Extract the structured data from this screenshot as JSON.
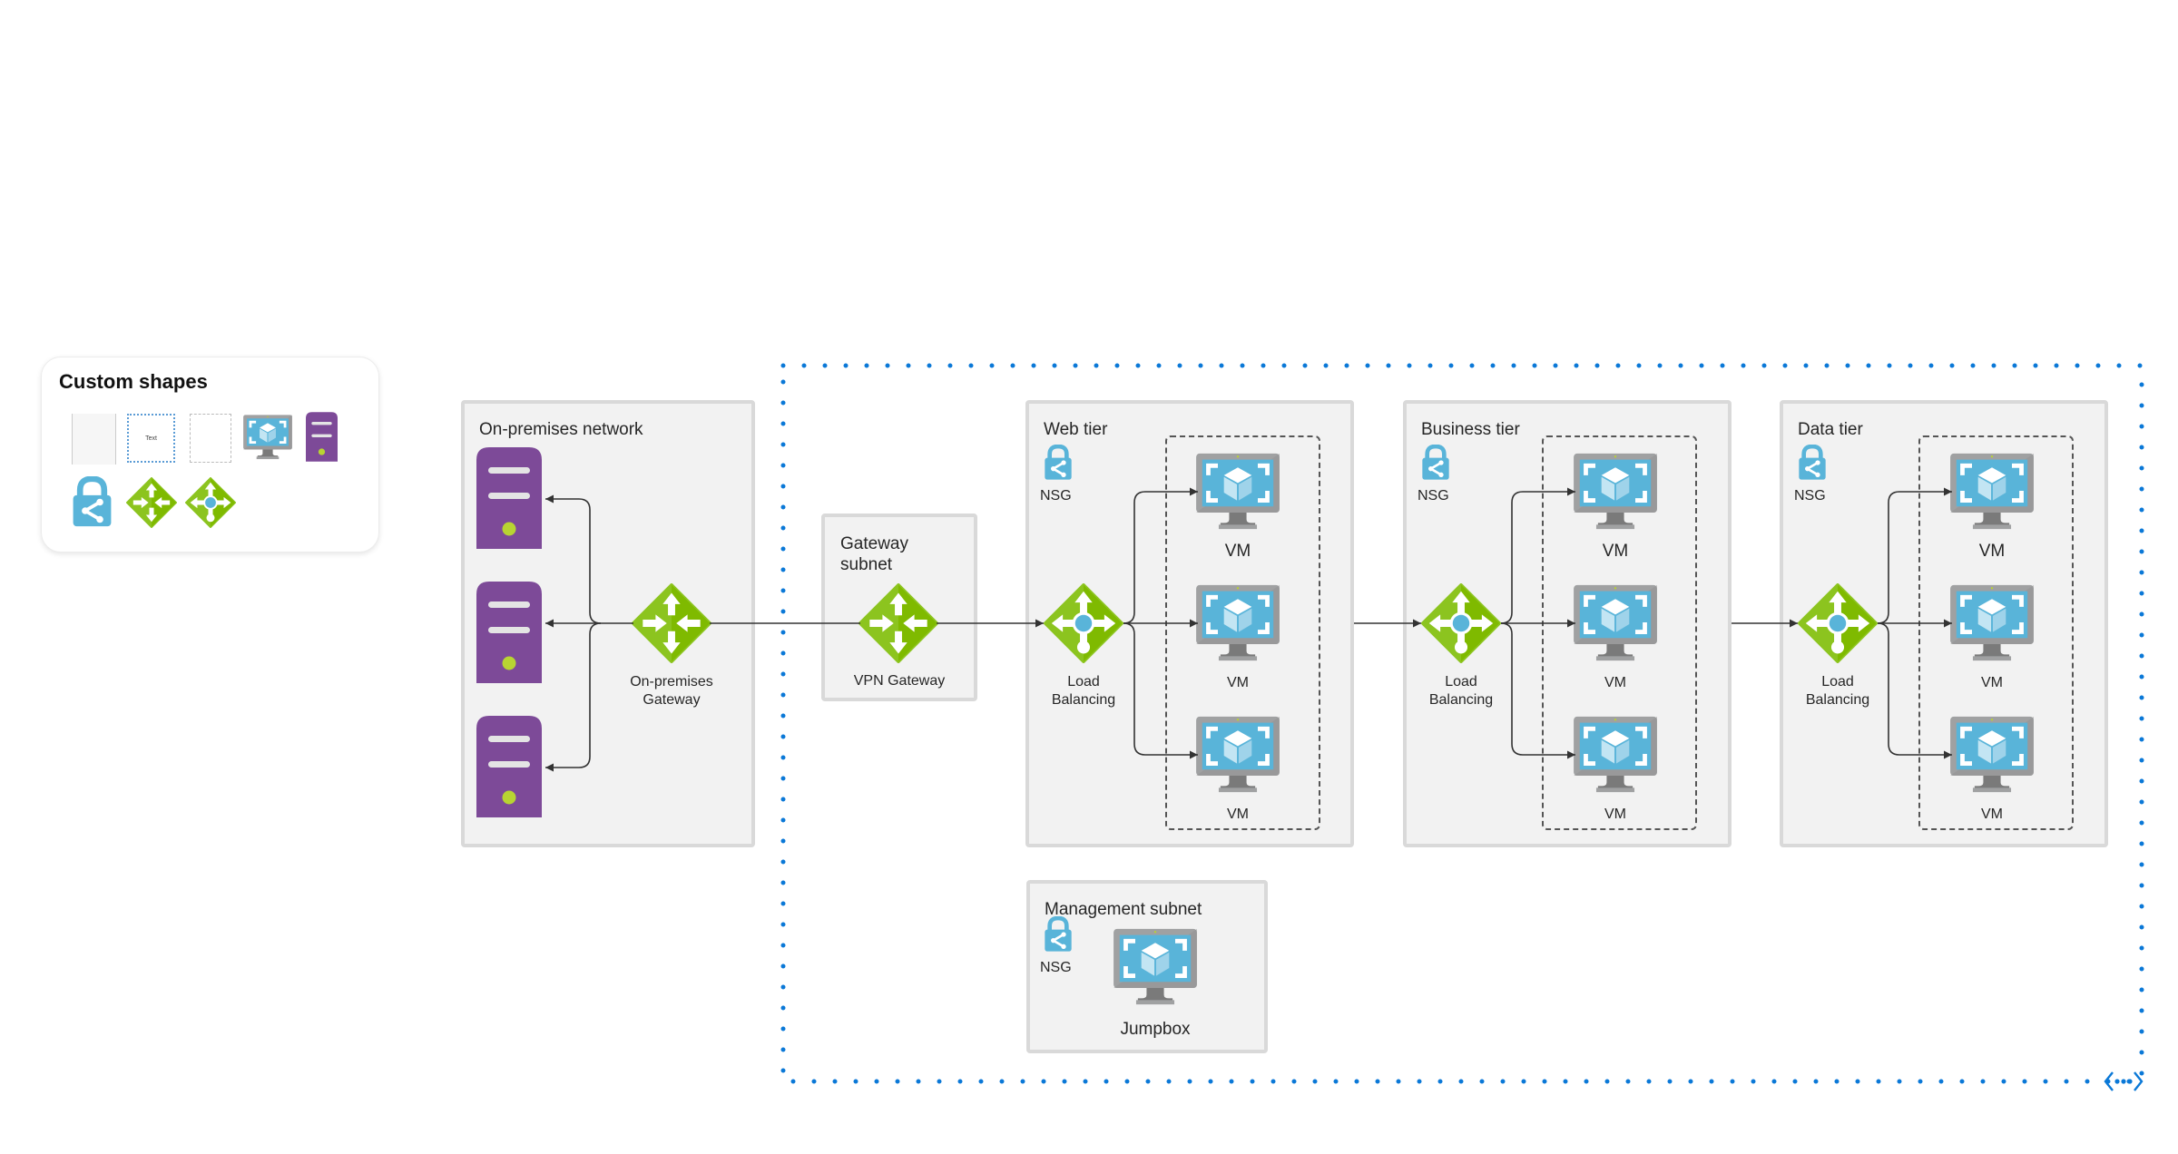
{
  "custom_shapes": {
    "title": "Custom shapes",
    "items": [
      {
        "name": "container-shape",
        "label": ""
      },
      {
        "name": "text-dotted-shape",
        "label": "Text"
      },
      {
        "name": "dashed-container-shape",
        "label": ""
      },
      {
        "name": "vm-icon",
        "label": ""
      },
      {
        "name": "server-icon",
        "label": ""
      },
      {
        "name": "nsg-icon",
        "label": ""
      },
      {
        "name": "gateway-icon",
        "label": ""
      },
      {
        "name": "load-balancer-icon",
        "label": ""
      }
    ]
  },
  "diagram": {
    "onprem": {
      "title": "On-premises network",
      "gateway_label_1": "On-premises",
      "gateway_label_2": "Gateway"
    },
    "gateway_subnet": {
      "title_1": "Gateway",
      "title_2": "subnet",
      "gateway_label": "VPN Gateway"
    },
    "tiers": [
      {
        "title": "Web tier",
        "nsg": "NSG",
        "lb_1": "Load",
        "lb_2": "Balancing",
        "vms": [
          "VM",
          "VM",
          "VM"
        ]
      },
      {
        "title": "Business tier",
        "nsg": "NSG",
        "lb_1": "Load",
        "lb_2": "Balancing",
        "vms": [
          "VM",
          "VM",
          "VM"
        ]
      },
      {
        "title": "Data tier",
        "nsg": "NSG",
        "lb_1": "Load",
        "lb_2": "Balancing",
        "vms": [
          "VM",
          "VM",
          "VM"
        ]
      }
    ],
    "management": {
      "title": "Management subnet",
      "nsg": "NSG",
      "jumpbox": "Jumpbox"
    },
    "colors": {
      "group_fill": "#f2f2f2",
      "group_border": "#d9d9d9",
      "vnet_dots": "#0a78d7",
      "server_purple": "#7d4a98",
      "server_led": "#b8d432",
      "gateway_green": "#7fba00",
      "vm_blue": "#59b4d9",
      "vm_frame": "#999999",
      "connector": "#333333"
    }
  }
}
